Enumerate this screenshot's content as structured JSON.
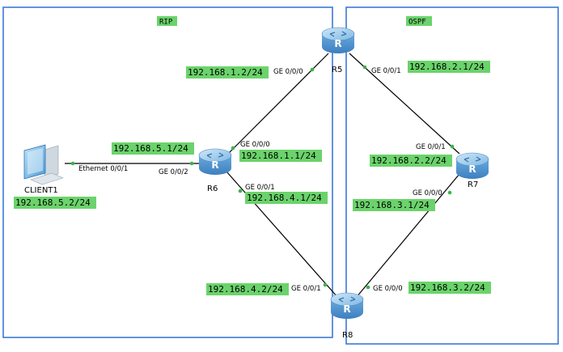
{
  "areas": {
    "rip": "RIP",
    "ospf": "OSPF"
  },
  "colors": {
    "area_border": "#3c78d8",
    "ip_bg": "#6bd36b",
    "router_body": "#5b9bd5",
    "router_top": "#8ec6ea",
    "link": "#000000",
    "port_dot": "#39b54a"
  },
  "devices": {
    "r5": "R5",
    "r6": "R6",
    "r7": "R7",
    "r8": "R8",
    "client1": "CLIENT1"
  },
  "ports": {
    "r5_ge000": "GE 0/0/0",
    "r5_ge001": "GE 0/0/1",
    "r6_ge000": "GE 0/0/0",
    "r6_ge001": "GE 0/0/1",
    "r6_ge002": "GE 0/0/2",
    "r7_ge001": "GE 0/0/1",
    "r7_ge000": "GE 0/0/0",
    "r8_ge001": "GE 0/0/1",
    "r8_ge000": "GE 0/0/0",
    "client_eth": "Ethernet 0/0/1"
  },
  "ips": {
    "r5_ge000": "192.168.1.2/24",
    "r5_ge001": "192.168.2.1/24",
    "r6_ge000": "192.168.1.1/24",
    "r6_ge001": "192.168.4.1/24",
    "r6_ge002": "192.168.5.1/24",
    "r7_ge001": "192.168.2.2/24",
    "r7_ge000": "192.168.3.1/24",
    "r8_ge001": "192.168.4.2/24",
    "r8_ge000": "192.168.3.2/24",
    "client1": "192.168.5.2/24"
  },
  "icons": {
    "router": "router-icon",
    "pc": "pc-icon"
  }
}
